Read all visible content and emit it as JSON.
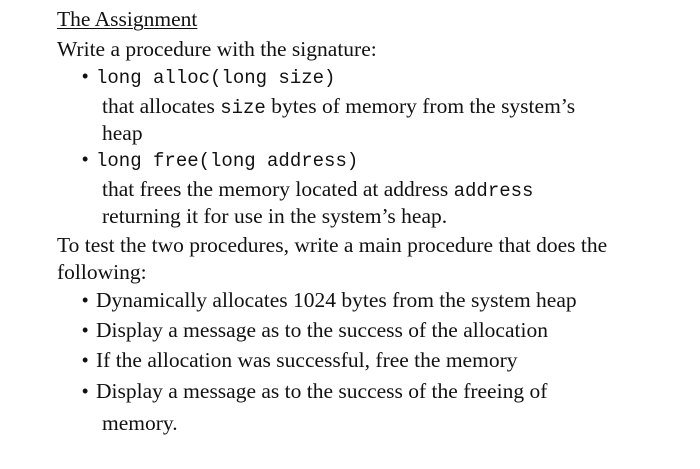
{
  "title": "The Assignment",
  "intro": "Write a procedure with the signature:",
  "procedures": [
    {
      "signature": "long alloc(long size)",
      "desc_line1_pre": "that allocates ",
      "desc_line1_code": "size",
      "desc_line1_post": " bytes of memory from the system’s",
      "desc_line2": "heap"
    },
    {
      "signature": "long free(long address)",
      "desc_line1_pre": "that frees the memory located at address ",
      "desc_line1_code": "address",
      "desc_line2": "returning it for use in the system’s heap."
    }
  ],
  "test_line1": "To test the two procedures, write a main procedure that does the",
  "test_line2": "following:",
  "steps": [
    {
      "line1": "Dynamically allocates 1024 bytes from the system heap"
    },
    {
      "line1": "Display a message as to the success of the allocation"
    },
    {
      "line1": "If the allocation was successful, free the memory"
    },
    {
      "line1": "Display a message as to the success of the freeing of",
      "line2": "memory."
    }
  ],
  "bullet_glyph": "•"
}
